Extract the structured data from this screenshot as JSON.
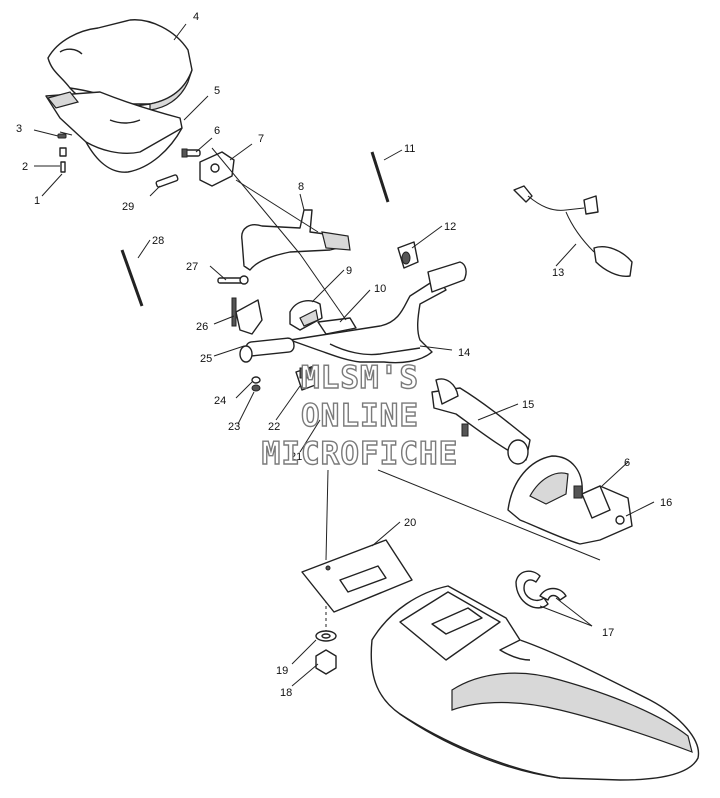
{
  "watermark": {
    "line1": "MLSM'S",
    "line2": "ONLINE",
    "line3": "MICROFICHE"
  },
  "callouts": [
    {
      "id": "c1",
      "label": "1"
    },
    {
      "id": "c2",
      "label": "2"
    },
    {
      "id": "c3",
      "label": "3"
    },
    {
      "id": "c4",
      "label": "4"
    },
    {
      "id": "c5",
      "label": "5"
    },
    {
      "id": "c6a",
      "label": "6"
    },
    {
      "id": "c6b",
      "label": "6"
    },
    {
      "id": "c7",
      "label": "7"
    },
    {
      "id": "c8",
      "label": "8"
    },
    {
      "id": "c9",
      "label": "9"
    },
    {
      "id": "c10",
      "label": "10"
    },
    {
      "id": "c11",
      "label": "11"
    },
    {
      "id": "c12",
      "label": "12"
    },
    {
      "id": "c13",
      "label": "13"
    },
    {
      "id": "c14",
      "label": "14"
    },
    {
      "id": "c15",
      "label": "15"
    },
    {
      "id": "c16",
      "label": "16"
    },
    {
      "id": "c17",
      "label": "17"
    },
    {
      "id": "c18",
      "label": "18"
    },
    {
      "id": "c19",
      "label": "19"
    },
    {
      "id": "c20",
      "label": "20"
    },
    {
      "id": "c21",
      "label": "21"
    },
    {
      "id": "c22",
      "label": "22"
    },
    {
      "id": "c23",
      "label": "23"
    },
    {
      "id": "c24",
      "label": "24"
    },
    {
      "id": "c25",
      "label": "25"
    },
    {
      "id": "c26",
      "label": "26"
    },
    {
      "id": "c27",
      "label": "27"
    },
    {
      "id": "c28",
      "label": "28"
    },
    {
      "id": "c29",
      "label": "29"
    }
  ]
}
